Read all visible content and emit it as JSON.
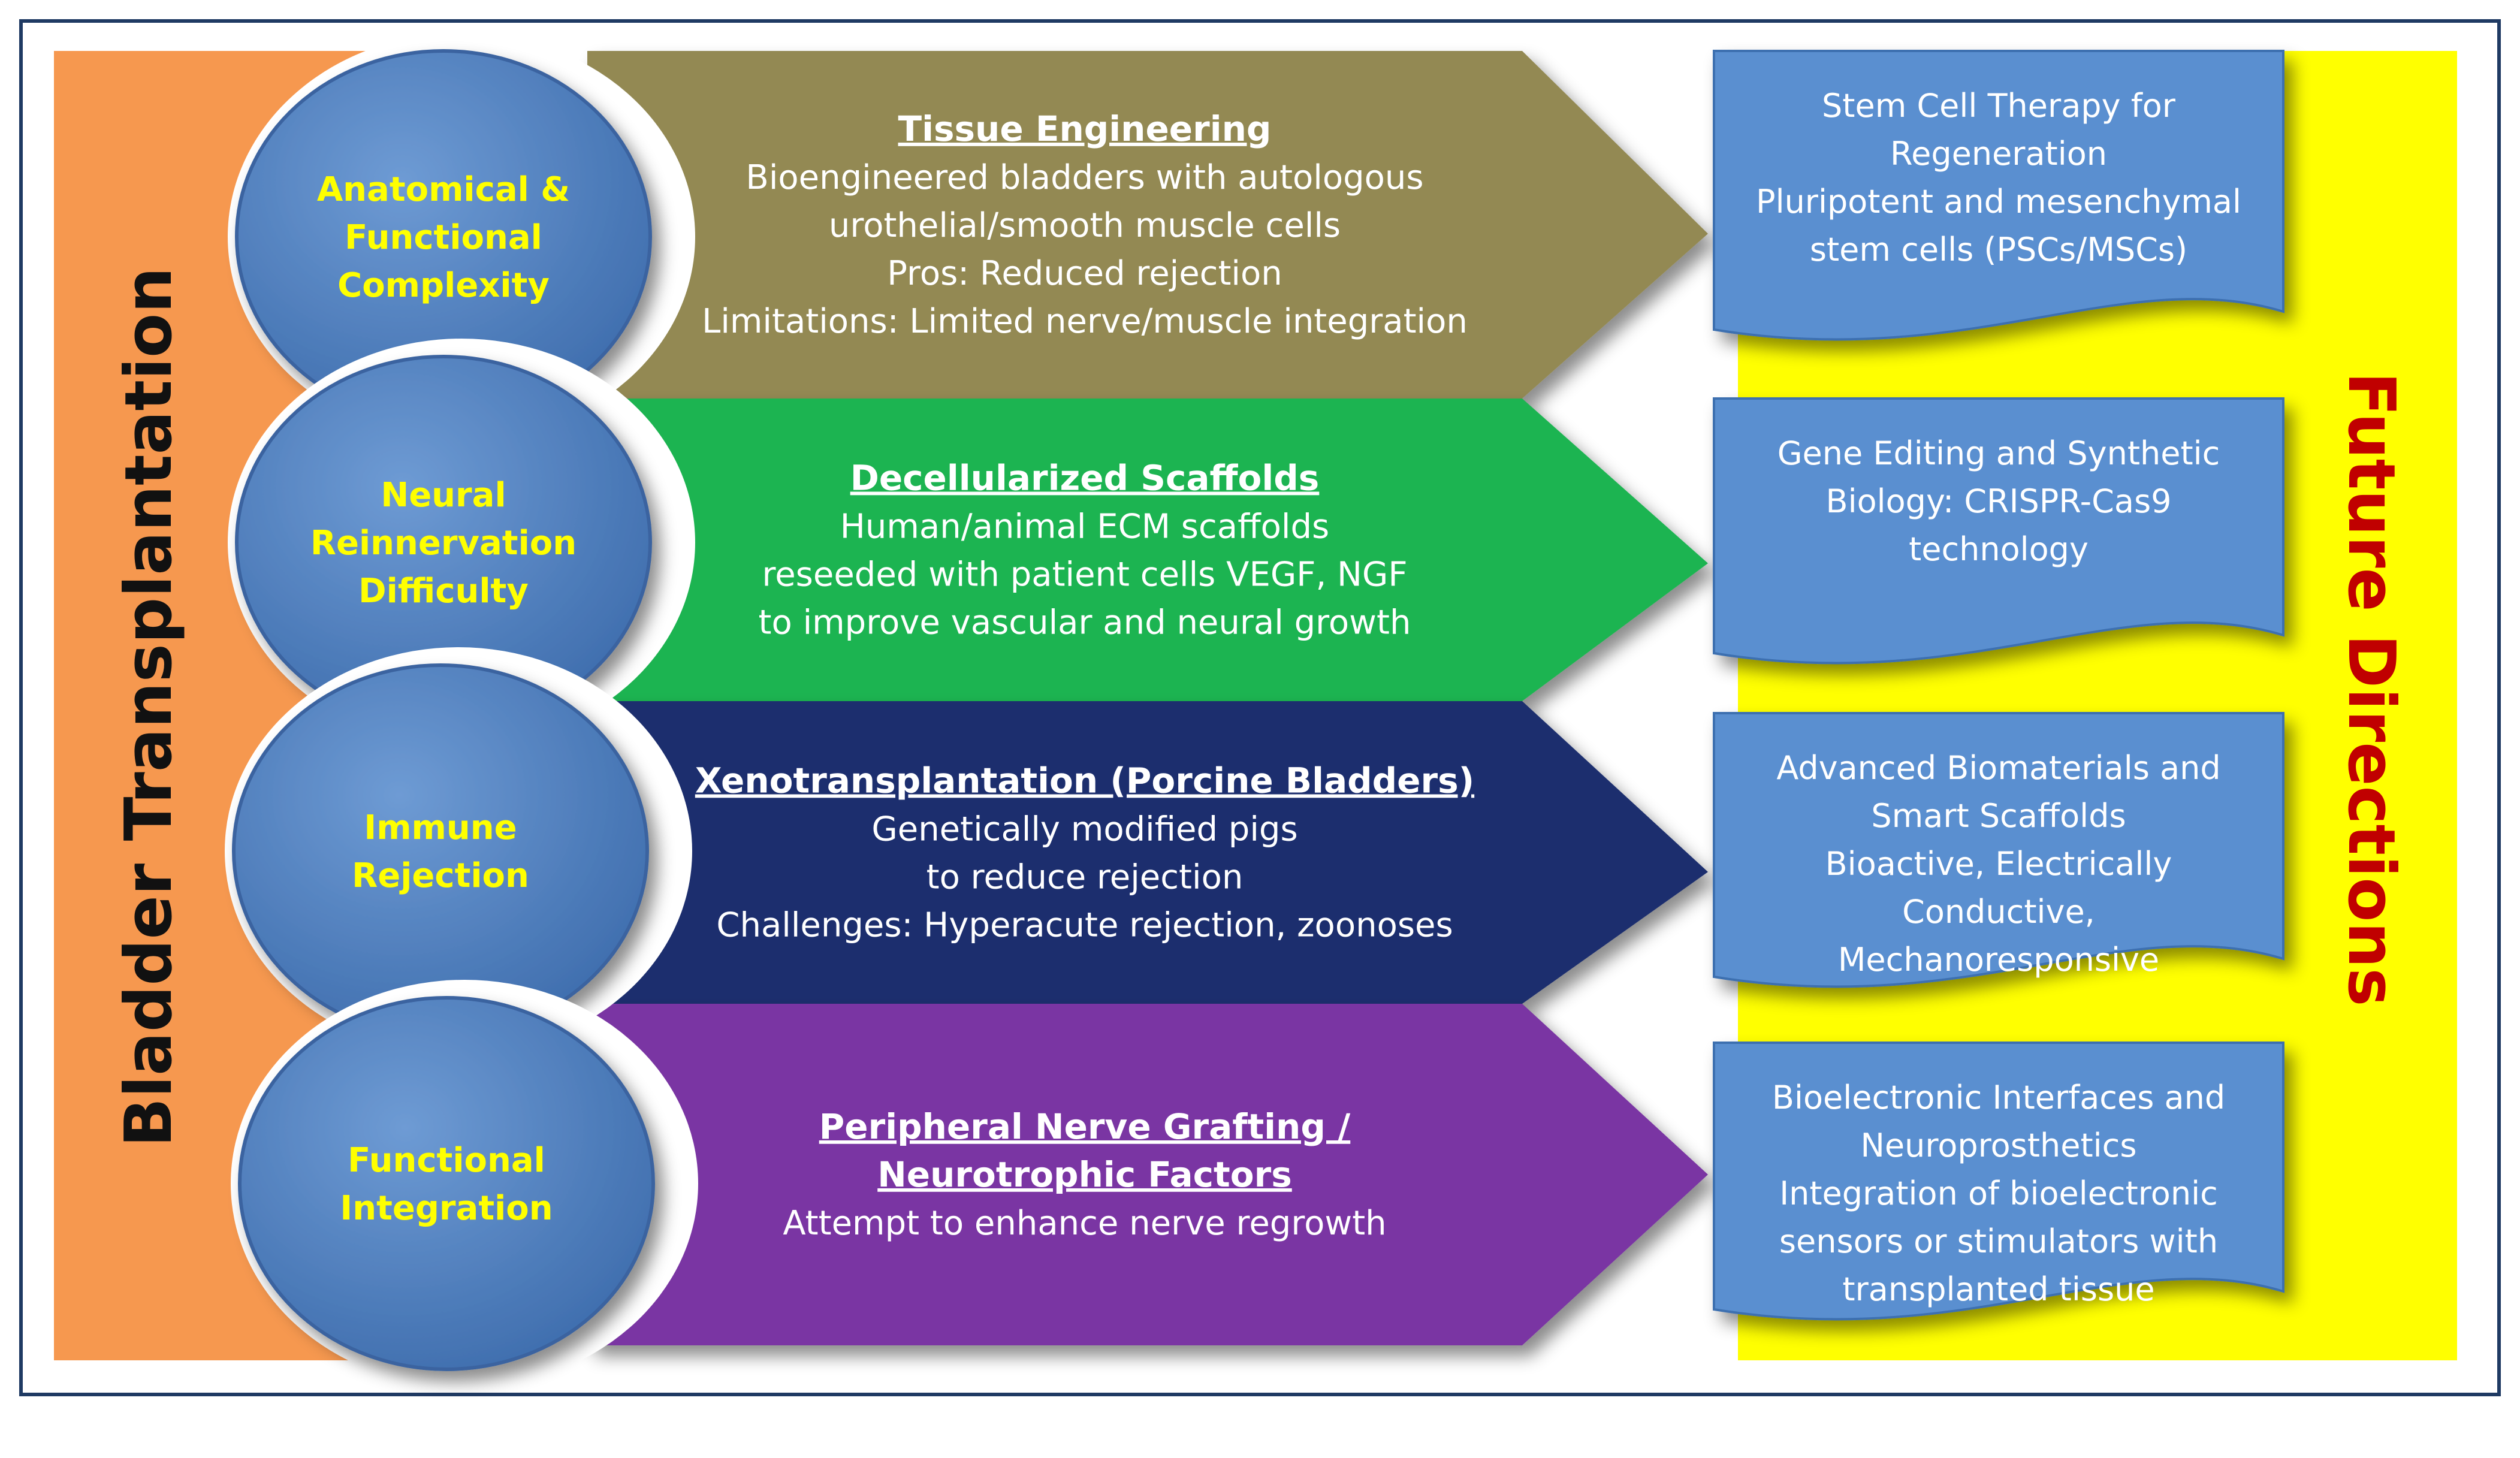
{
  "left_bar": {
    "title": "Bladder Transplantation",
    "color": "#f6984f",
    "text_color": "#111111"
  },
  "right_bar": {
    "title": "Future Directions",
    "color": "#ffff00",
    "text_color": "#c00000"
  },
  "challenges": [
    {
      "lines": [
        "Anatomical &",
        "Functional",
        "Complexity"
      ]
    },
    {
      "lines": [
        "Neural",
        "Reinnervation",
        "Difficulty"
      ]
    },
    {
      "lines": [
        "Immune",
        "Rejection"
      ]
    },
    {
      "lines": [
        "Functional",
        "Integration"
      ]
    }
  ],
  "circle_color": "#4f81bd",
  "circle_text_color": "#ffff00",
  "approaches": [
    {
      "title_lines": [
        "Tissue Engineering"
      ],
      "body_lines": [
        "Bioengineered bladders with autologous",
        "urothelial/smooth muscle cells",
        "Pros: Reduced rejection",
        "Limitations: Limited nerve/muscle integration"
      ],
      "color": "#938953"
    },
    {
      "title_lines": [
        "Decellularized Scaffolds"
      ],
      "body_lines": [
        "Human/animal ECM scaffolds",
        "reseeded with patient cells VEGF, NGF",
        "to improve vascular  and neural growth"
      ],
      "color": "#1fb451"
    },
    {
      "title_lines": [
        "Xenotransplantation (Porcine Bladders)"
      ],
      "body_lines": [
        "Genetically modified pigs",
        "to reduce rejection",
        "Challenges: Hyperacute rejection, zoonoses"
      ],
      "color": "#1b2f6e"
    },
    {
      "title_lines": [
        "Peripheral Nerve Grafting /",
        "Neurotrophic Factors"
      ],
      "body_lines": [
        "Attempt to enhance nerve regrowth"
      ],
      "color": "#7a35a3"
    }
  ],
  "future": [
    {
      "lines": [
        "Stem Cell Therapy for",
        "Regeneration",
        "Pluripotent and mesenchymal",
        "stem cells (PSCs/MSCs)"
      ]
    },
    {
      "lines": [
        "Gene Editing and Synthetic",
        "Biology: CRISPR-Cas9",
        "technology"
      ]
    },
    {
      "lines": [
        "Advanced Biomaterials and",
        "Smart Scaffolds",
        "Bioactive, Electrically",
        "Conductive,",
        "Mechanoresponsive"
      ]
    },
    {
      "lines": [
        "Bioelectronic Interfaces and",
        "Neuroprosthetics",
        "Integration of bioelectronic",
        "sensors or stimulators with",
        "transplanted tissue"
      ]
    }
  ],
  "future_box_color": "#5a8fd0",
  "future_text_color": "#ffffff",
  "approach_text_color": "#ffffff"
}
